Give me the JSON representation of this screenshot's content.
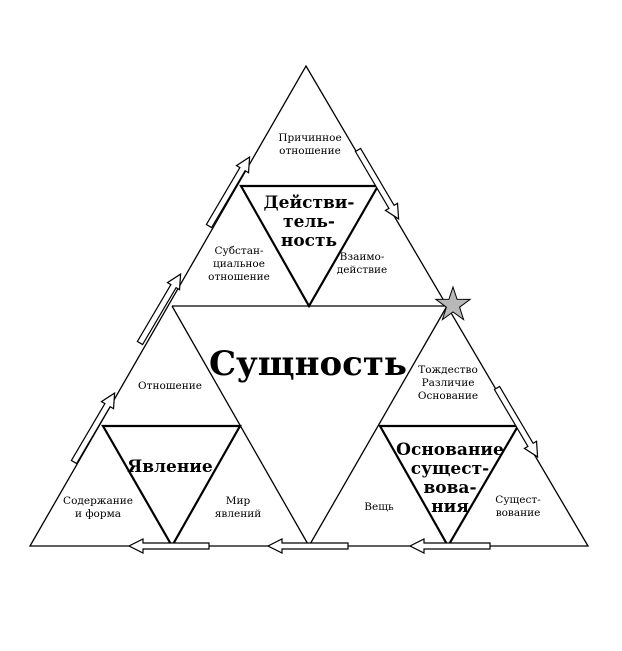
{
  "center": "Сущность",
  "top": {
    "inner": "Действи-\nтель-\nность",
    "apex": "Причинное\nотношение",
    "left": "Субстан-\nциальное\nотношение",
    "right": "Взаимо-\nдействие"
  },
  "left": {
    "inner": "Явление",
    "apex": "Отношение",
    "left": "Содержание\nи форма",
    "right": "Мир\nявлений"
  },
  "right": {
    "inner": "Основание\nсущест-\nвова-\nния",
    "apex": "Тождество\nРазличие\nОснование",
    "left": "Вещь",
    "right": "Сущест-\nвование"
  },
  "colors": {
    "star": "#b8b8b8",
    "lines": "#000000",
    "background": "#ffffff"
  }
}
